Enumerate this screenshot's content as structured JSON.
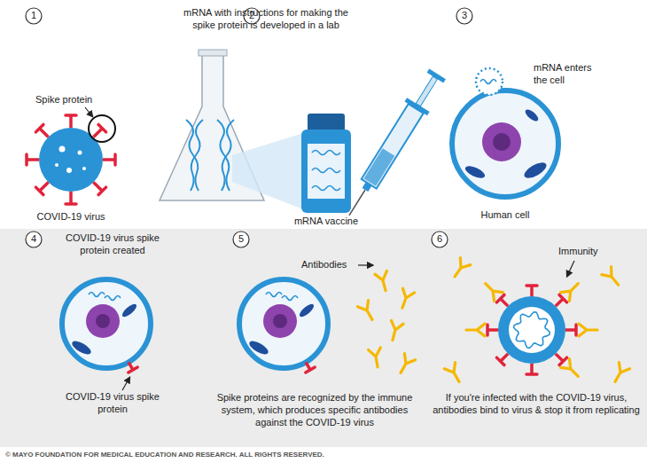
{
  "diagram": {
    "labels": [
      "1",
      "Spike protein",
      "COVID-19 virus",
      "2",
      "mRNA with instructions for making the spike protein is developed in a lab",
      "mRNA vaccine",
      "3",
      "mRNA enters the cell",
      "Human cell",
      "4",
      "COVID-19 virus spike protein created",
      "COVID-19 virus spike protein",
      "5",
      "Antibodies",
      "Spike proteins are recognized by the immune system, which produces specific antibodies against the COVID-19 virus",
      "6",
      "Immunity",
      "If you're infected with the COVID-19 virus, antibodies bind to virus & stop it from replicating",
      "© MAYO FOUNDATION FOR MEDICAL EDUCATION AND RESEARCH. ALL RIGHTS RESERVED."
    ]
  }
}
